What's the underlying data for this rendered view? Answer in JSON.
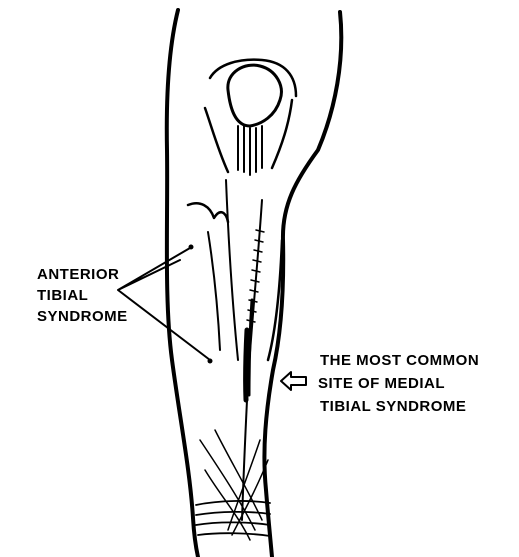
{
  "labels": {
    "anterior": [
      "ANTERIOR",
      "TIBIAL",
      "SYNDROME"
    ],
    "medial": [
      "THE MOST COMMON",
      "SITE OF MEDIAL",
      "TIBIAL SYNDROME"
    ]
  },
  "colors": {
    "ink": "#000000",
    "background": "#ffffff"
  }
}
